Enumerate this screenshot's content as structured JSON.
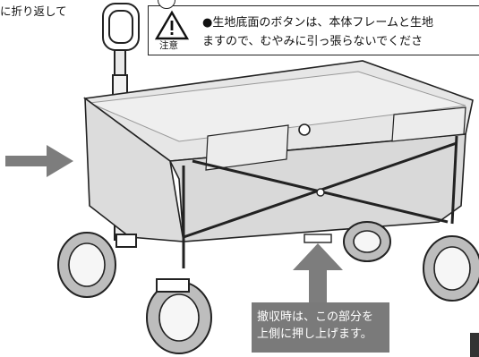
{
  "top_left_text": "に折り返して",
  "caution": {
    "label": "注意",
    "line1": "●生地底面のボタンは、本体フレームと生地",
    "line2": "ますので、むやみに引っ張らないでくださ"
  },
  "callout": {
    "line1": "撤収時は、この部分を",
    "line2": "上側に押し上げます。"
  },
  "colors": {
    "arrow": "#7d7d7d",
    "callout_bg": "#7a7a7a",
    "fabric": "#d9d9d9"
  },
  "icons": {
    "caution": "warning-triangle-icon"
  }
}
